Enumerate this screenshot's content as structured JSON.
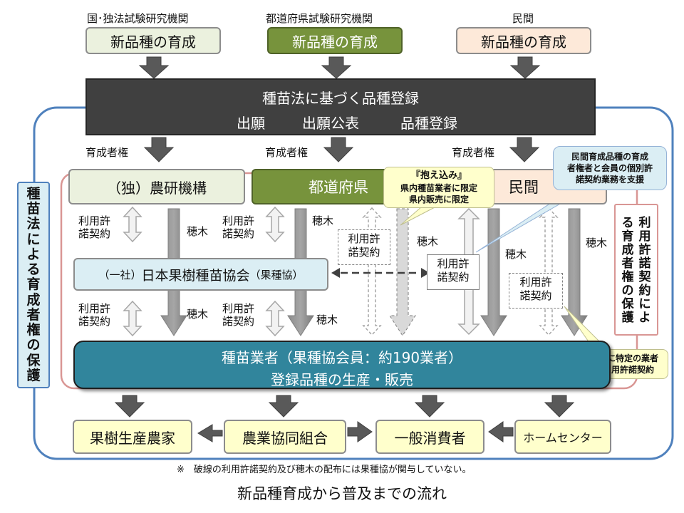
{
  "top": {
    "national_label": "国･独法試験研究機関",
    "prefectural_label": "都道府県試験研究機関",
    "private_label": "民間",
    "breeding_national": "新品種の育成",
    "breeding_prefectural": "新品種の育成",
    "breeding_private": "新品種の育成"
  },
  "registration": {
    "line1": "種苗法に基づく品種登録",
    "step1": "出願",
    "step2": "出願公表",
    "step3": "品種登録"
  },
  "rights_label": "育成者権",
  "left_vertical": "種苗法による育成者権の保護",
  "right_vertical_col1": "利用許諾契約によ",
  "right_vertical_col2": "る育成者権の保護",
  "orgs": {
    "naro": "（独）農研機構",
    "prefecture": "都道府県",
    "private": "民間"
  },
  "callouts": {
    "kakaekomi_title": "『抱え込み』",
    "kakaekomi_line1": "県内種苗業者に限定",
    "kakaekomi_line2": "県内販売に限定",
    "support_line1": "民間育成品種の育成",
    "support_line2": "者権者と会員の個別許",
    "support_line3": "諾契約業務を支援",
    "individual_line1": "個別に特定の業者",
    "individual_line2": "と利用許諾契約"
  },
  "license_line1": "利用許",
  "license_line2": "諾契約",
  "scion": "穂木",
  "association": {
    "prefix": "（一社）",
    "name": "日本果樹種苗協会",
    "suffix": "（果種協）"
  },
  "seedling": {
    "line1": "種苗業者（果種協会員：約190業者）",
    "line2": "登録品種の生産・販売"
  },
  "bottom": {
    "farmers": "果樹生産農家",
    "coop": "農業協同組合",
    "consumers": "一般消費者",
    "homecenter": "ホームセンター"
  },
  "note": "※　破線の利用許諾契約及び穂木の配布には果種協が関与していない。",
  "caption": "新品種育成から普及までの流れ",
  "colors": {
    "light_green": "#ebf1de",
    "olive_green": "#77933c",
    "peach": "#fde9d9",
    "dark_gray": "#404040",
    "blue_frame": "#4f81bd",
    "pink_frame": "#d99694",
    "light_blue": "#dbeef4",
    "teal": "#31859c",
    "cream": "#ffffcc"
  }
}
